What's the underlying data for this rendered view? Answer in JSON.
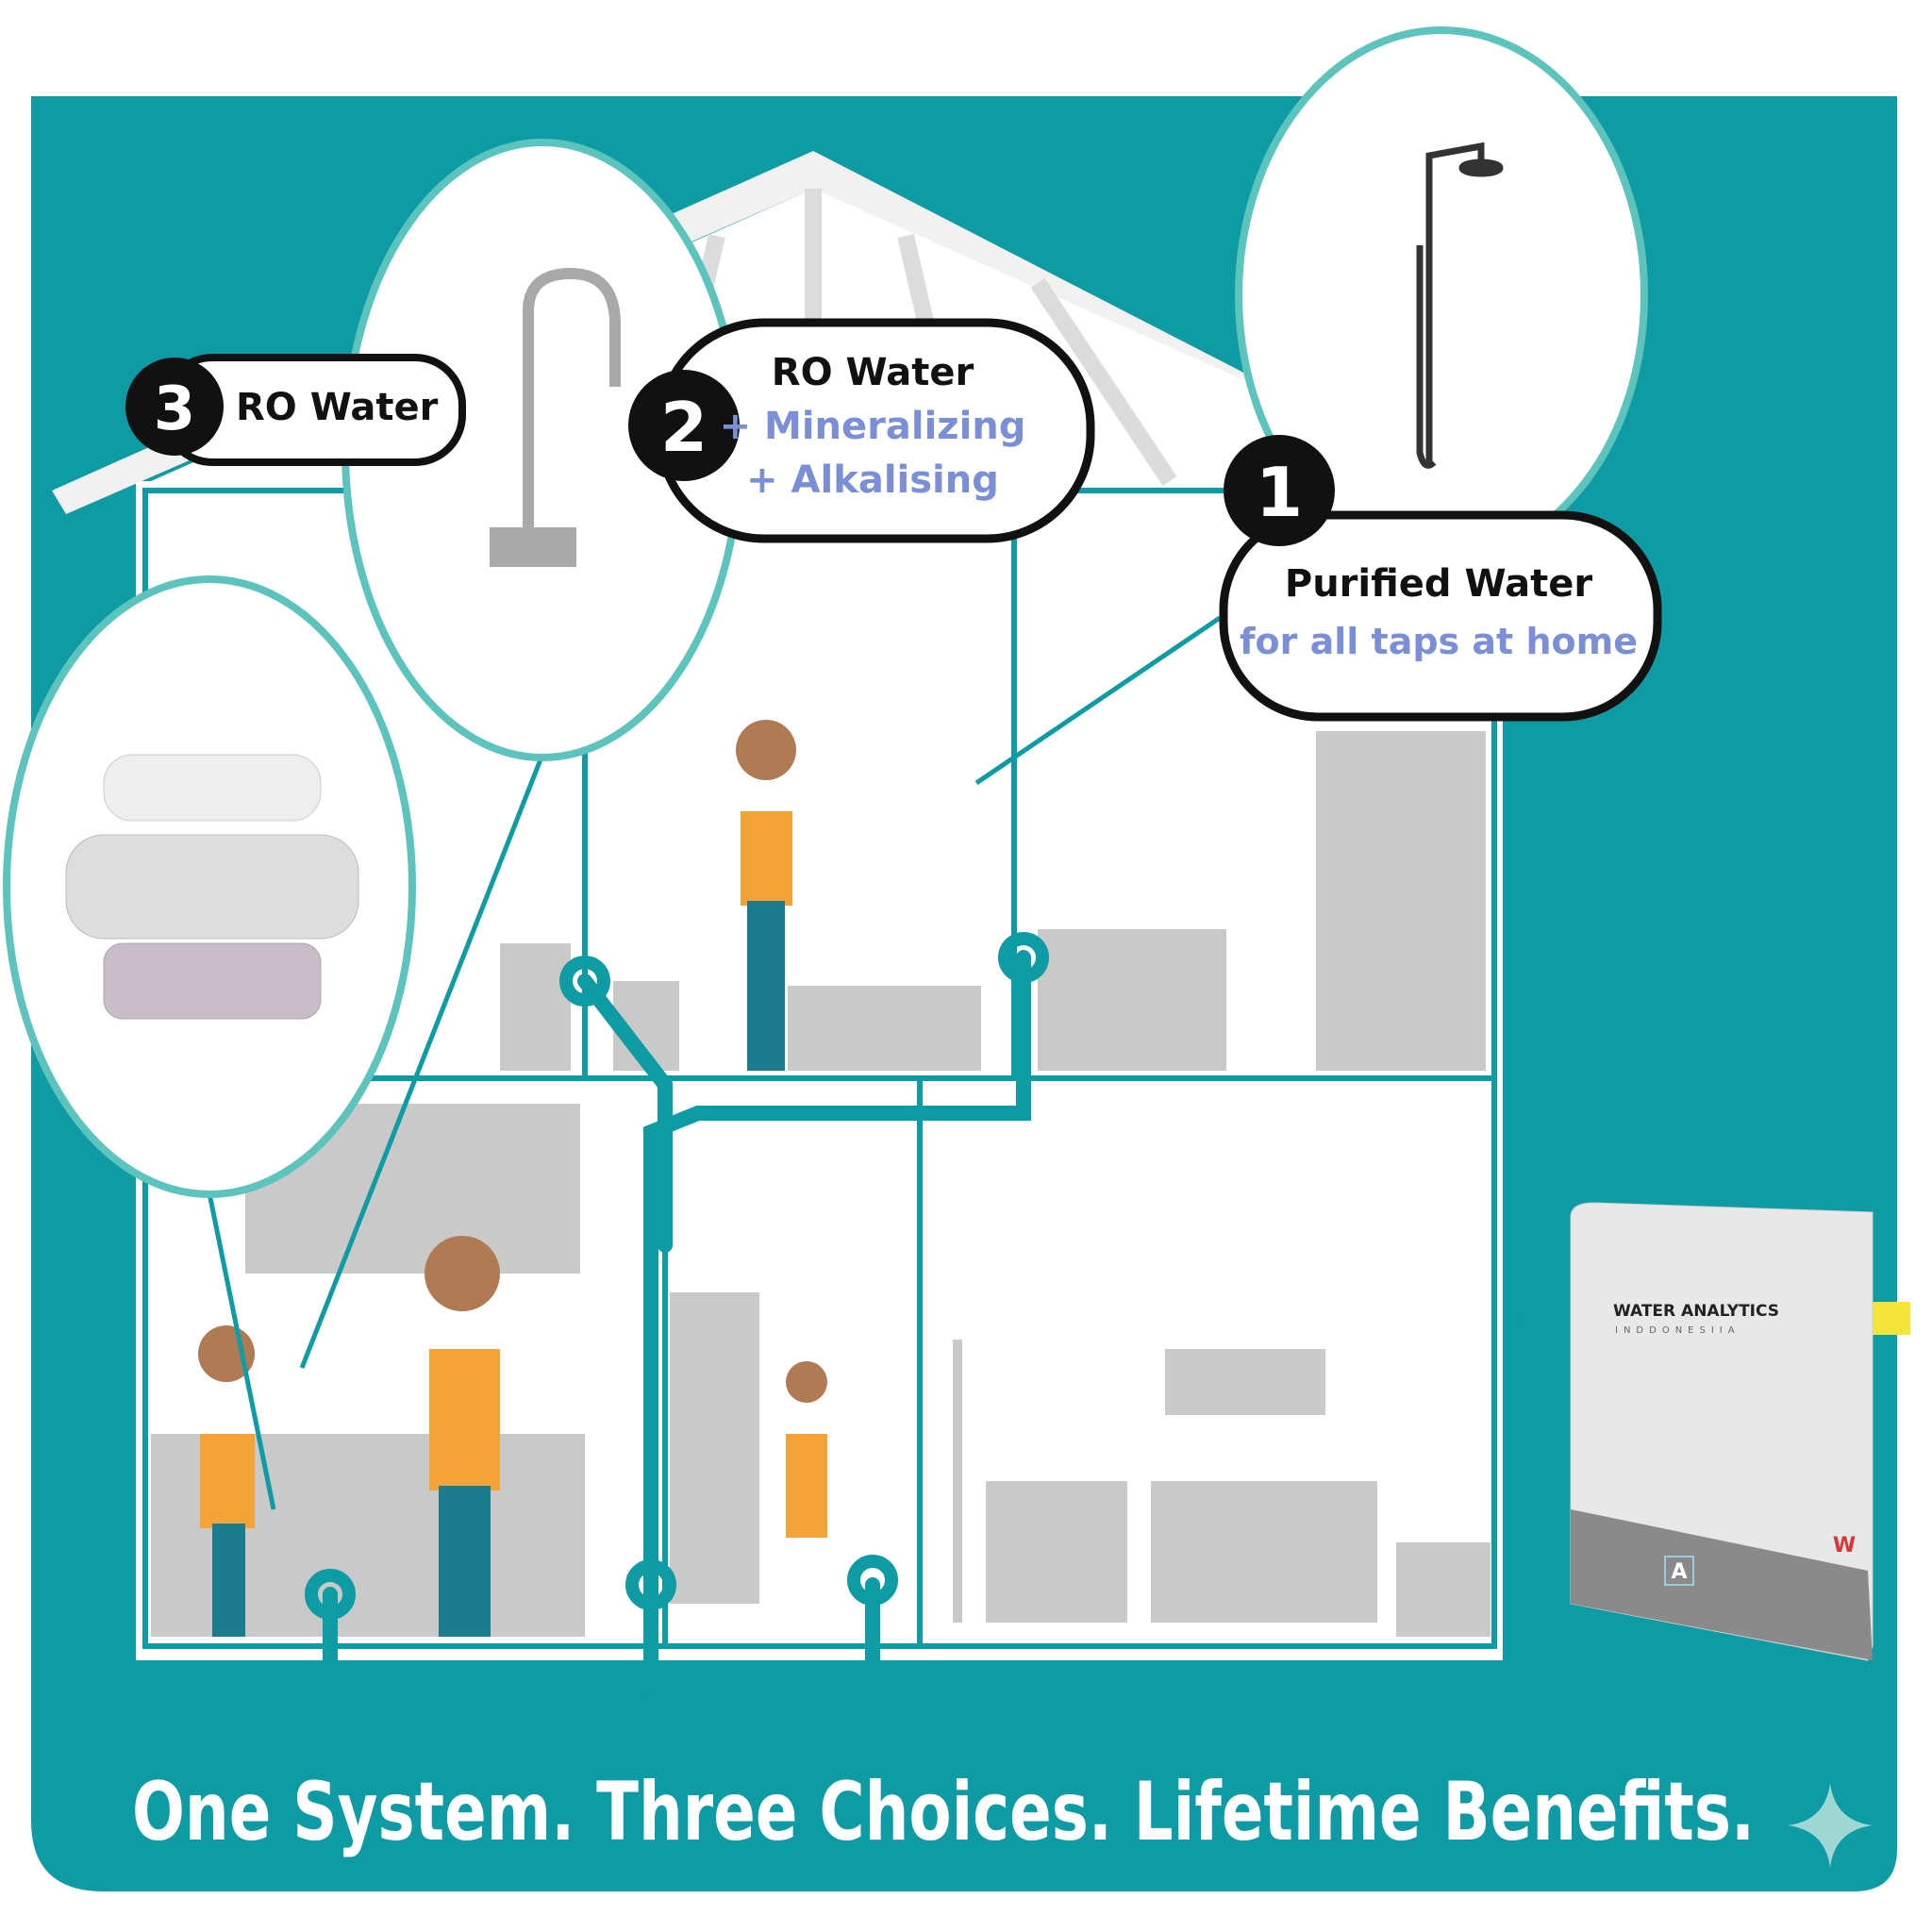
{
  "colors": {
    "teal": "#0e9ba3",
    "teal_light": "#5cc3bd",
    "grey": "#c9c9c9",
    "accent_text": "#7b8fd6",
    "black": "#111111"
  },
  "labels": {
    "three": {
      "number": "3",
      "title": "RO Water"
    },
    "two": {
      "number": "2",
      "title": "RO Water",
      "line1": "+ Mineralizing",
      "line2": "+ Alkalising"
    },
    "one": {
      "number": "1",
      "title": "Purified Water",
      "line1": "for all taps at home"
    }
  },
  "machine": {
    "brand": "WATER ANALYTICS",
    "sub": "INDDONESIIA",
    "logo": "A",
    "mark": "W"
  },
  "banner": {
    "text": "One System. Three Choices. Lifetime Benefits."
  }
}
